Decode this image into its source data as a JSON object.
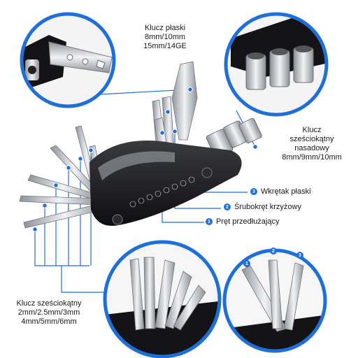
{
  "labels": {
    "flat_wrench": {
      "line1": "Klucz płaski",
      "line2": "8mm/10mm",
      "line3": "15mm/14GE"
    },
    "socket_wrench": {
      "line1": "Klucz",
      "line2": "sześciokątny",
      "line3": "nasadowy",
      "line4": "8mm/9mm/10mm"
    },
    "hex_keys": {
      "line1": "Klucz sześciokątny",
      "line2": "2mm/2.5mm/3mm",
      "line3": "4mm/5mm/6mm"
    }
  },
  "legend": [
    {
      "num": "3",
      "text": "Wkrętak płaski"
    },
    {
      "num": "2",
      "text": "Śrubokręt krzyżowy"
    },
    {
      "num": "1",
      "text": "Pręt przedłużający"
    }
  ],
  "inset_numbers": [
    "1",
    "2",
    "3"
  ],
  "colors": {
    "accent": "#1e6fd9",
    "tool_body": "#1b1b1d",
    "steel": "#c9ccd1"
  }
}
